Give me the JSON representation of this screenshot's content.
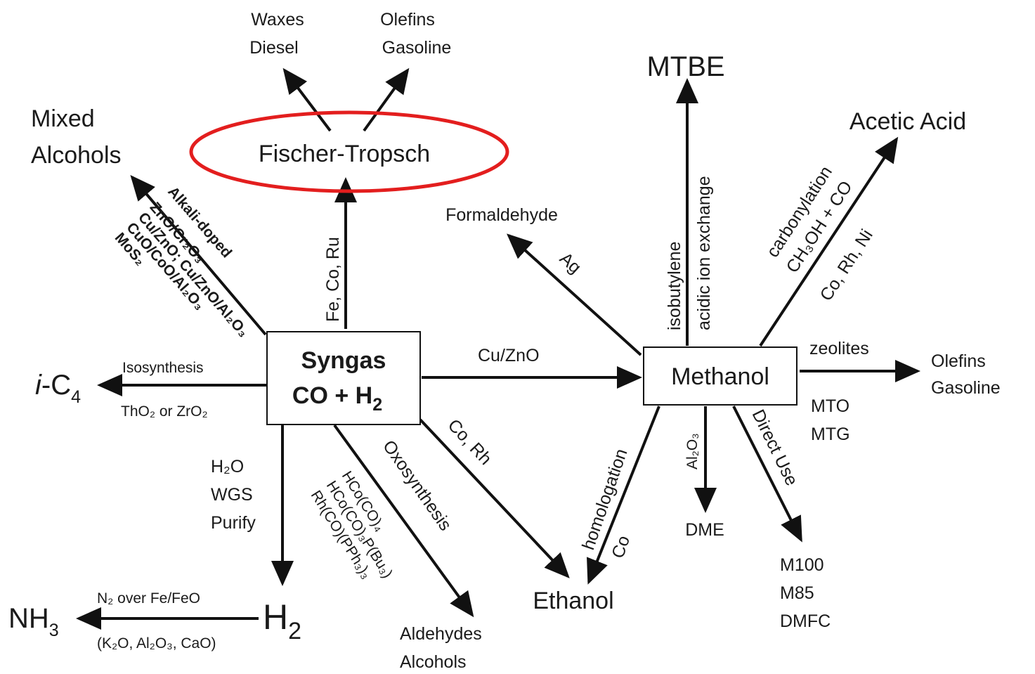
{
  "nodes": {
    "syngas": {
      "line1": "Syngas",
      "line2_main": "CO + H",
      "line2_sub": "2"
    },
    "methanol": {
      "label": "Methanol"
    },
    "fischer_tropsch": {
      "label": "Fischer-Tropsch"
    },
    "mixed_alcohols": {
      "line1": "Mixed",
      "line2": "Alcohols"
    },
    "waxes_diesel": {
      "line1": "Waxes",
      "line2": "Diesel"
    },
    "olefins_gasoline_ft": {
      "line1": "Olefins",
      "line2": "Gasoline"
    },
    "mtbe": {
      "label": "MTBE"
    },
    "acetic_acid": {
      "label": "Acetic Acid"
    },
    "formaldehyde": {
      "label": "Formaldehyde"
    },
    "olefins_gasoline_meoh": {
      "line1": "Olefins",
      "line2": "Gasoline"
    },
    "i_c4": {
      "prefix": "i",
      "main": "-C",
      "sub": "4"
    },
    "h2": {
      "main": "H",
      "sub": "2"
    },
    "nh3": {
      "main": "NH",
      "sub": "3"
    },
    "ethanol": {
      "label": "Ethanol"
    },
    "dme": {
      "label": "DME"
    },
    "aldehydes_alcohols": {
      "line1": "Aldehydes",
      "line2": "Alcohols"
    },
    "fuels": {
      "line1": "M100",
      "line2": "M85",
      "line3": "DMFC"
    },
    "mto_mtg": {
      "line1": "MTO",
      "line2": "MTG"
    }
  },
  "edge_labels": {
    "ft_catalyst": "Fe, Co, Ru",
    "alkali_doped": "Alkali-doped",
    "mixed_cat_1": "ZnO/Cr₂O₃",
    "mixed_cat_2": "Cu/ZnO; Cu/ZnO/Al₂O₃",
    "mixed_cat_3": "CuO/CoO/Al₂O₃",
    "mixed_cat_4": "MoS₂",
    "isosynthesis": "Isosynthesis",
    "isosynthesis_cat": "ThO₂ or ZrO₂",
    "h2o": "H₂O",
    "wgs": "WGS",
    "purify": "Purify",
    "nh3_cat_top": "N₂ over Fe/FeO",
    "nh3_cat_bottom": "(K₂O, Al₂O₃, CaO)",
    "oxo_cat_1": "HCo(CO)₄",
    "oxo_cat_2": "HCo(CO)₃P(Bu₃)",
    "oxo_cat_3": "Rh(CO)(PPh₃)₃",
    "oxosynthesis": "Oxosynthesis",
    "co_rh": "Co, Rh",
    "cu_zno": "Cu/ZnO",
    "ag": "Ag",
    "isobutylene": "isobutylene",
    "acidic_ion_exchange": "acidic ion exchange",
    "carbonylation": "carbonylation",
    "ch3oh_co": "CH₃OH + CO",
    "co_rh_ni": "Co, Rh, Ni",
    "zeolites": "zeolites",
    "al2o3": "Al₂O₃",
    "direct_use": "Direct Use",
    "homologation": "homologation",
    "co": "Co"
  },
  "colors": {
    "highlight": "#e31e1e",
    "ink": "#111111"
  }
}
